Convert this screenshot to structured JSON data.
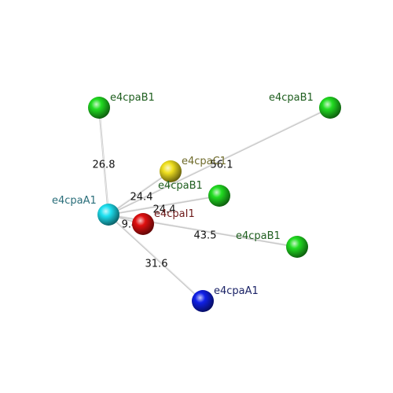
{
  "diagram": {
    "nodes": [
      {
        "id": "center",
        "label": "e4cpaA1",
        "color": "#1ee0f0",
        "label_color": "#2a6e7a"
      },
      {
        "id": "b1-topleft",
        "label": "e4cpaB1",
        "color": "#22dd22",
        "label_color": "#1e5e1e"
      },
      {
        "id": "b1-topright",
        "label": "e4cpaB1",
        "color": "#22dd22",
        "label_color": "#1e5e1e"
      },
      {
        "id": "yellow",
        "label": "e4cpaC1",
        "color": "#f0e020",
        "label_color": "#6e6a2a"
      },
      {
        "id": "b1-mid",
        "label": "e4cpaB1",
        "color": "#22dd22",
        "label_color": "#1e5e1e"
      },
      {
        "id": "i1",
        "label": "e4cpaI1",
        "color": "#e01010",
        "label_color": "#6e1a1a"
      },
      {
        "id": "b1-right",
        "label": "e4cpaB1",
        "color": "#22dd22",
        "label_color": "#1e5e1e"
      },
      {
        "id": "a1-blue",
        "label": "e4cpaA1",
        "color": "#1020e8",
        "label_color": "#1a2266"
      }
    ],
    "edges": [
      {
        "from": "center",
        "to": "b1-topleft",
        "label": "26.8"
      },
      {
        "from": "center",
        "to": "b1-topright",
        "label": "56.1"
      },
      {
        "from": "center",
        "to": "yellow",
        "label": "24.4"
      },
      {
        "from": "center",
        "to": "b1-mid",
        "label": "24.4"
      },
      {
        "from": "center",
        "to": "i1",
        "label": "9.4"
      },
      {
        "from": "center",
        "to": "b1-right",
        "label": "43.5"
      },
      {
        "from": "center",
        "to": "a1-blue",
        "label": "31.6"
      }
    ]
  }
}
